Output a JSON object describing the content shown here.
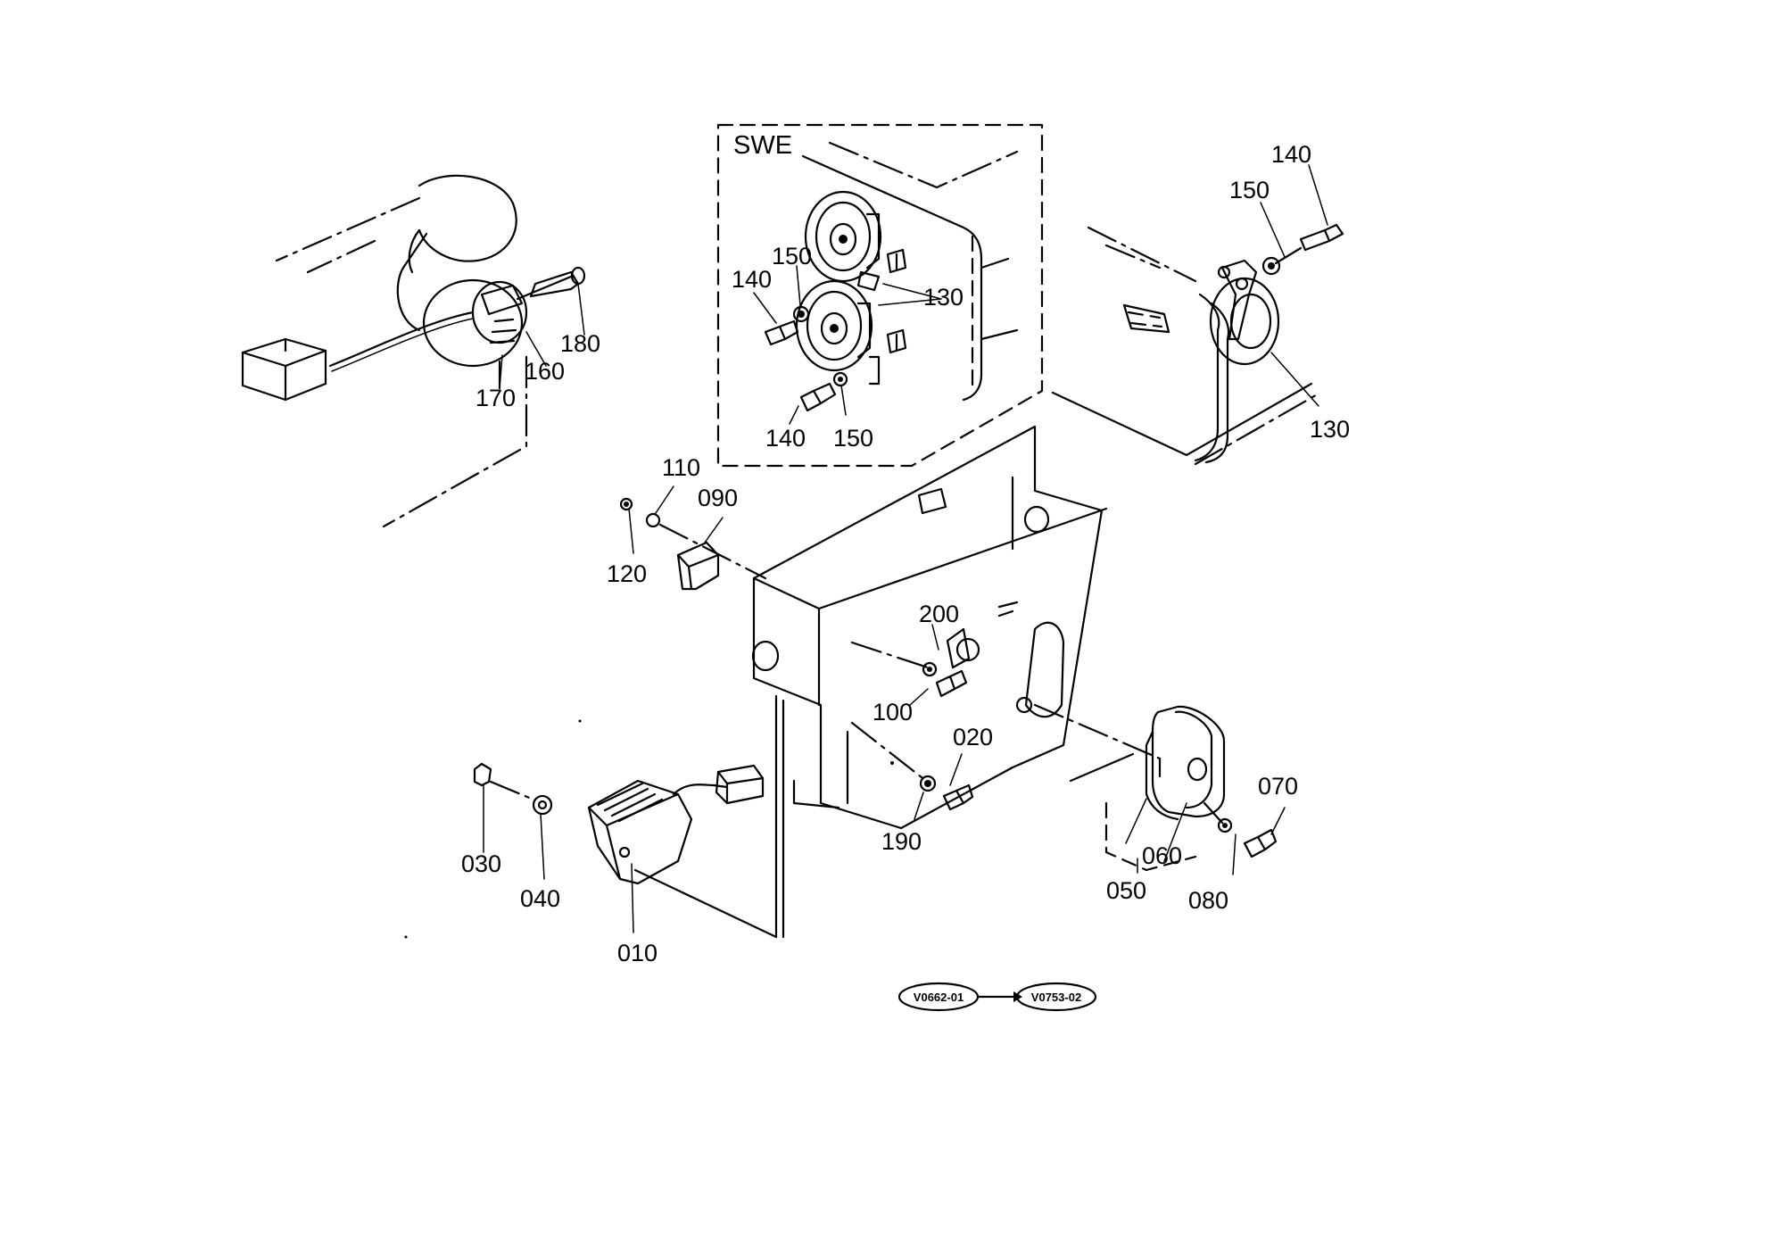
{
  "inset": {
    "label": "SWE"
  },
  "labels": {
    "p010": "010",
    "p020": "020",
    "p030": "030",
    "p040": "040",
    "p050": "050",
    "p060": "060",
    "p070": "070",
    "p080": "080",
    "p090": "090",
    "p100": "100",
    "p110": "110",
    "p120": "120",
    "p130a": "130",
    "p130b": "130",
    "p140a": "140",
    "p140b": "140",
    "p140c": "140",
    "p150a": "150",
    "p150b": "150",
    "p150c": "150",
    "p160": "160",
    "p170": "170",
    "p180": "180",
    "p190": "190",
    "p200": "200"
  },
  "serial_range": {
    "from": "V0662-01",
    "to": "V0753-02"
  }
}
